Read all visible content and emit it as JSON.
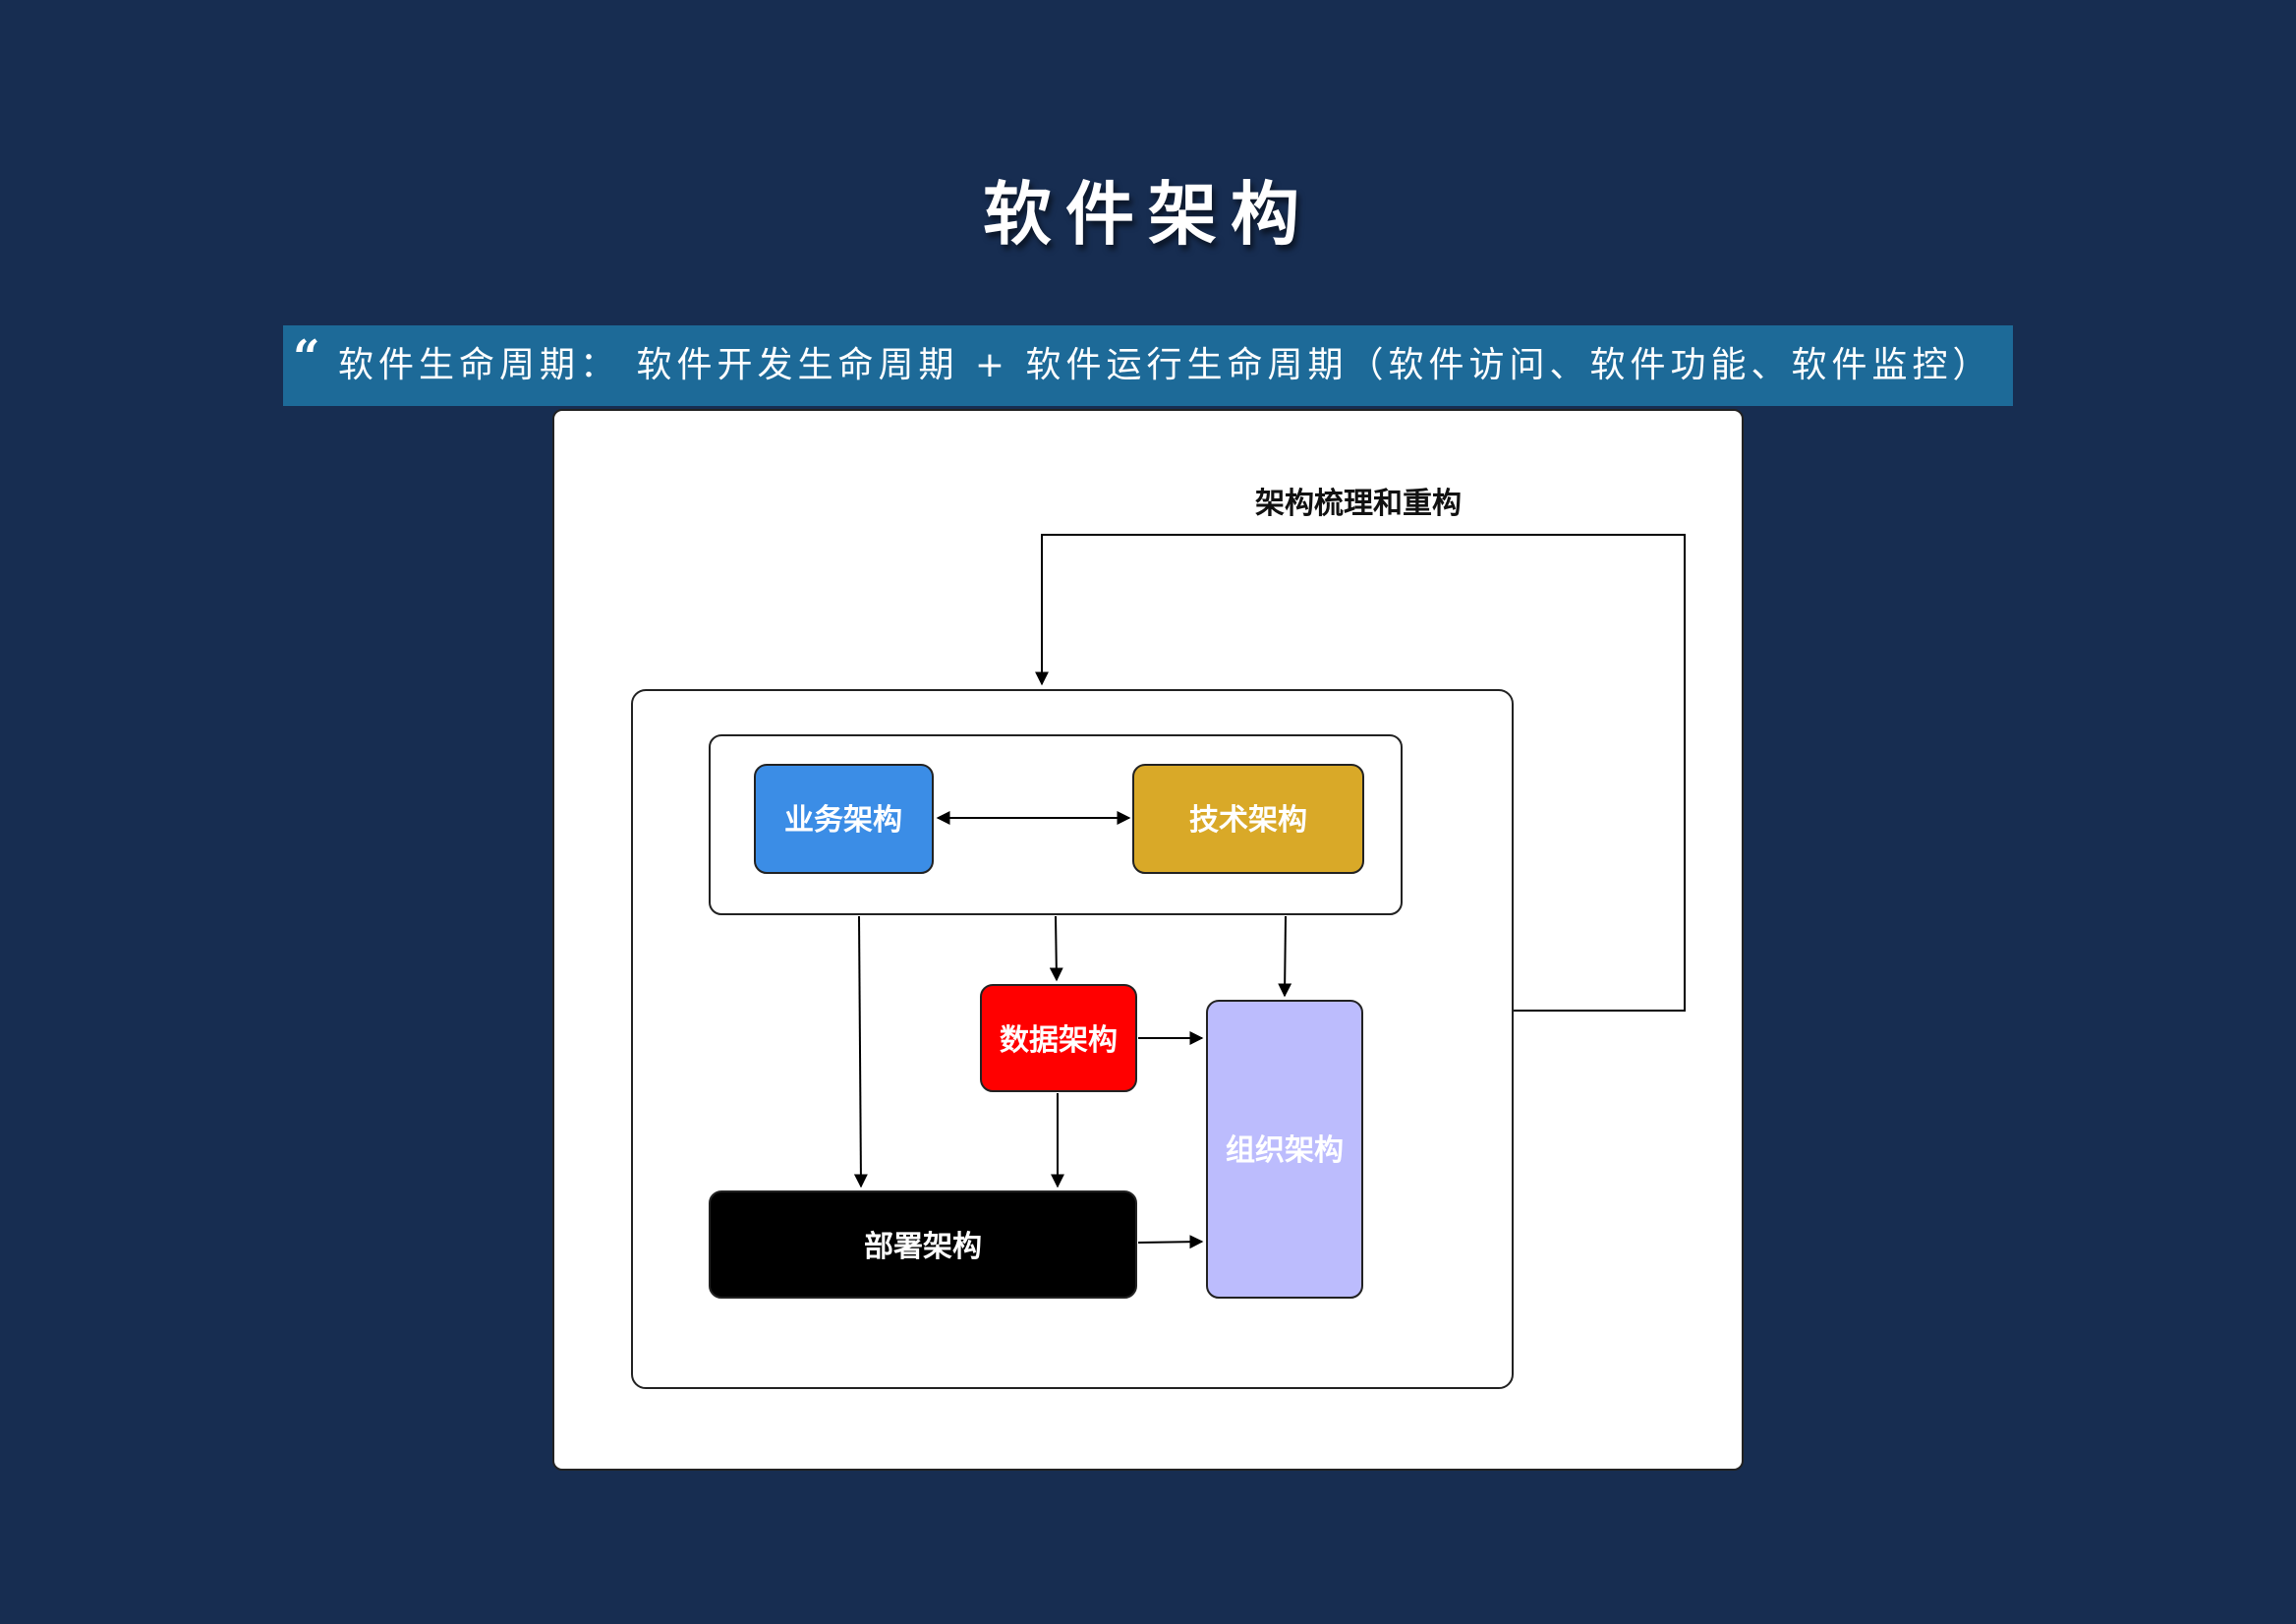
{
  "title": "软件架构",
  "quote": {
    "icon": "quote-icon",
    "text": "软件生命周期： 软件开发生命周期 + 软件运行生命周期（软件访问、软件功能、软件监控）"
  },
  "diagram": {
    "loop_label": "架构梳理和重构",
    "nodes": {
      "business": "业务架构",
      "technical": "技术架构",
      "data": "数据架构",
      "organization": "组织架构",
      "deployment": "部署架构"
    },
    "colors": {
      "business": "#3b8de6",
      "technical": "#d9a928",
      "data": "#ff0000",
      "organization": "#bcbcfd",
      "deployment": "#000000"
    }
  }
}
